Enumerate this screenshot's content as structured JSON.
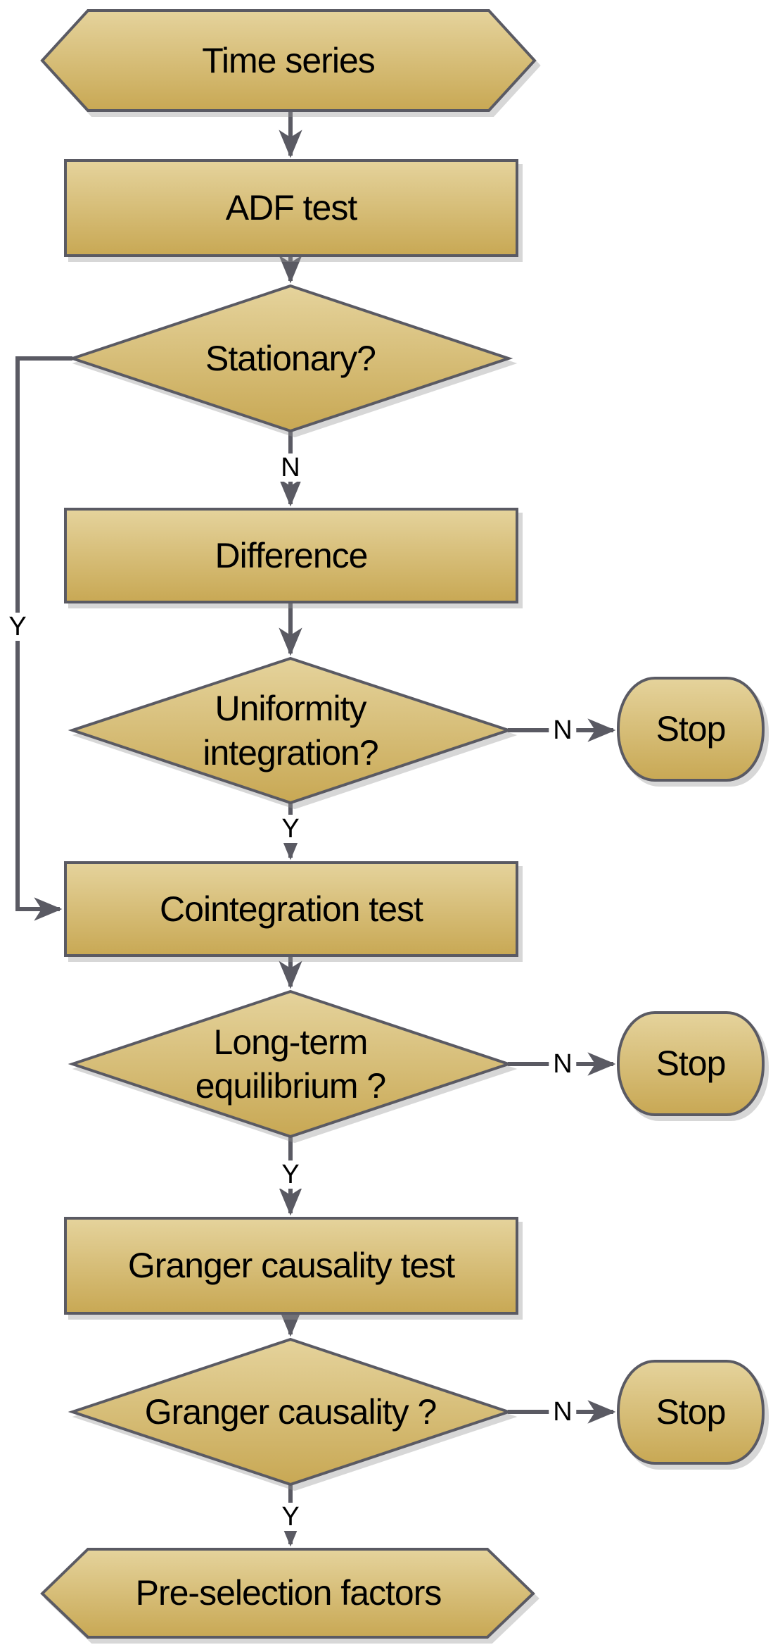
{
  "diagram": {
    "type": "flowchart",
    "nodes": [
      {
        "id": "time-series",
        "shape": "hexagon",
        "label": "Time series"
      },
      {
        "id": "adf-test",
        "shape": "process",
        "label": "ADF test"
      },
      {
        "id": "stationary",
        "shape": "decision",
        "label": "Stationary?"
      },
      {
        "id": "difference",
        "shape": "process",
        "label": "Difference"
      },
      {
        "id": "uniformity-integration",
        "shape": "decision",
        "label": "Uniformity integration?"
      },
      {
        "id": "stop-1",
        "shape": "terminator",
        "label": "Stop"
      },
      {
        "id": "cointegration-test",
        "shape": "process",
        "label": "Cointegration test"
      },
      {
        "id": "long-term-equilibrium",
        "shape": "decision",
        "label": "Long-term equilibrium ?"
      },
      {
        "id": "stop-2",
        "shape": "terminator",
        "label": "Stop"
      },
      {
        "id": "granger-causality-test",
        "shape": "process",
        "label": "Granger causality test"
      },
      {
        "id": "granger-causality",
        "shape": "decision",
        "label": "Granger causality ?"
      },
      {
        "id": "stop-3",
        "shape": "terminator",
        "label": "Stop"
      },
      {
        "id": "pre-selection-factors",
        "shape": "hexagon",
        "label": "Pre-selection factors"
      }
    ],
    "edges": [
      {
        "from": "time-series",
        "to": "adf-test",
        "label": ""
      },
      {
        "from": "adf-test",
        "to": "stationary",
        "label": ""
      },
      {
        "from": "stationary",
        "to": "difference",
        "label": "N"
      },
      {
        "from": "stationary",
        "to": "cointegration-test",
        "label": "Y"
      },
      {
        "from": "difference",
        "to": "uniformity-integration",
        "label": ""
      },
      {
        "from": "uniformity-integration",
        "to": "stop-1",
        "label": "N"
      },
      {
        "from": "uniformity-integration",
        "to": "cointegration-test",
        "label": "Y"
      },
      {
        "from": "cointegration-test",
        "to": "long-term-equilibrium",
        "label": ""
      },
      {
        "from": "long-term-equilibrium",
        "to": "stop-2",
        "label": "N"
      },
      {
        "from": "long-term-equilibrium",
        "to": "granger-causality-test",
        "label": "Y"
      },
      {
        "from": "granger-causality-test",
        "to": "granger-causality",
        "label": ""
      },
      {
        "from": "granger-causality",
        "to": "stop-3",
        "label": "N"
      },
      {
        "from": "granger-causality",
        "to": "pre-selection-factors",
        "label": "Y"
      }
    ],
    "colors": {
      "fill_top": "#e5d39c",
      "fill_bottom": "#c8a854",
      "border": "#5a5a63",
      "arrow": "#5a5a63",
      "text": "#000000"
    }
  }
}
